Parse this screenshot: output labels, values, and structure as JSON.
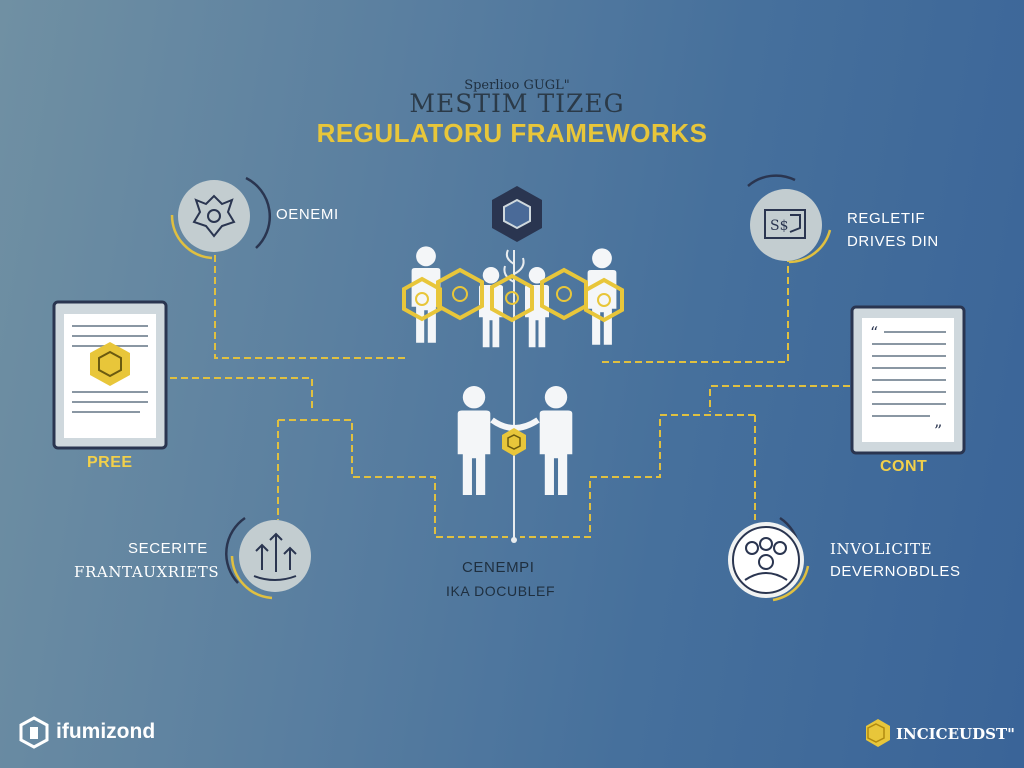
{
  "header": {
    "kicker": "Sperlioo GUGL\"",
    "title": "MESTIM TIZEG",
    "subtitle": "REGULATORU FRAMEWORKS"
  },
  "nodes": {
    "top_left_label": "OENEMI",
    "top_right_label_1": "REGLETIF",
    "top_right_label_2": "DRIVES DIN",
    "left_doc_label": "PREE",
    "right_doc_label": "CONT",
    "bottom_left_label_1": "SECERITE",
    "bottom_left_label_2": "FRANTAUXRIETS",
    "bottom_right_label_1": "INVOLICITE",
    "bottom_right_label_2": "DEVERNOBDLES",
    "center_label_1": "CENEMPI",
    "center_label_2": "IKA DOCUBLEF"
  },
  "footer": {
    "left_brand": "ifumizond",
    "right_brand": "INCICEUDST\""
  },
  "colors": {
    "accent_yellow": "#e8c63a",
    "line_dark": "#2a3550",
    "icon_circle_fill": "#c3cdd0",
    "figure_white": "#f4f6f8"
  },
  "icons": [
    "network-map-icon",
    "hexagon-badge-icon",
    "scales-document-icon",
    "document-icon",
    "quote-document-icon",
    "arrows-up-icon",
    "people-group-icon",
    "handshake-icon",
    "sprout-icon",
    "hexagon-logo-icon"
  ]
}
